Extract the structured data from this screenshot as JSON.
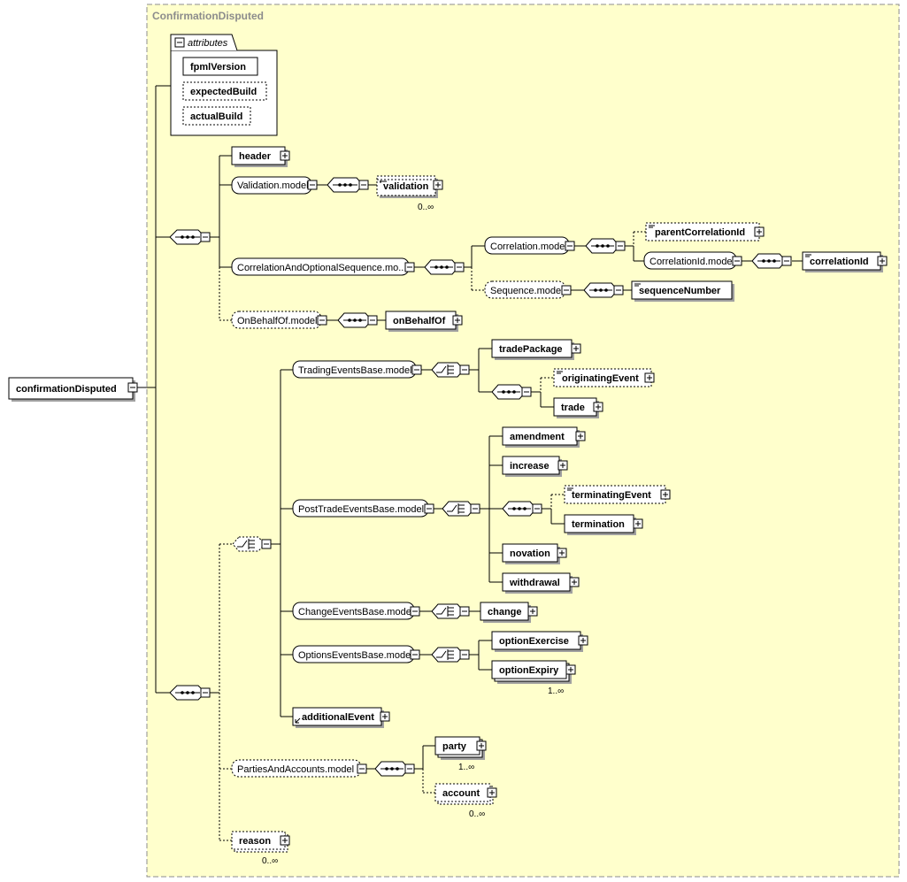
{
  "title": "ConfirmationDisputed",
  "root": "confirmationDisputed",
  "attributes": {
    "header": "attributes",
    "items": [
      "fpmlVersion",
      "expectedBuild",
      "actualBuild"
    ]
  },
  "labels": {
    "header": "header",
    "validationModel": "Validation.model",
    "validation": "validation",
    "correlationSeq": "CorrelationAndOptionalSequence.mo...",
    "correlationModel": "Correlation.model",
    "parentCorrelationId": "parentCorrelationId",
    "correlationIdModel": "CorrelationId.model",
    "correlationId": "correlationId",
    "sequenceModel": "Sequence.model",
    "sequenceNumber": "sequenceNumber",
    "onBehalfOfModel": "OnBehalfOf.model",
    "onBehalfOf": "onBehalfOf",
    "tradingEventsBase": "TradingEventsBase.model",
    "tradePackage": "tradePackage",
    "originatingEvent": "originatingEvent",
    "trade": "trade",
    "postTradeEventsBase": "PostTradeEventsBase.model",
    "amendment": "amendment",
    "increase": "increase",
    "terminatingEvent": "terminatingEvent",
    "termination": "termination",
    "novation": "novation",
    "withdrawal": "withdrawal",
    "changeEventsBase": "ChangeEventsBase.model",
    "change": "change",
    "optionsEventsBase": "OptionsEventsBase.model",
    "optionExercise": "optionExercise",
    "optionExpiry": "optionExpiry",
    "additionalEvent": "additionalEvent",
    "partiesAndAccounts": "PartiesAndAccounts.model",
    "party": "party",
    "account": "account",
    "reason": "reason"
  },
  "cardinality": {
    "validation": "0..∞",
    "optionExpiry": "1..∞",
    "party": "1..∞",
    "account": "0..∞",
    "reason": "0..∞"
  }
}
